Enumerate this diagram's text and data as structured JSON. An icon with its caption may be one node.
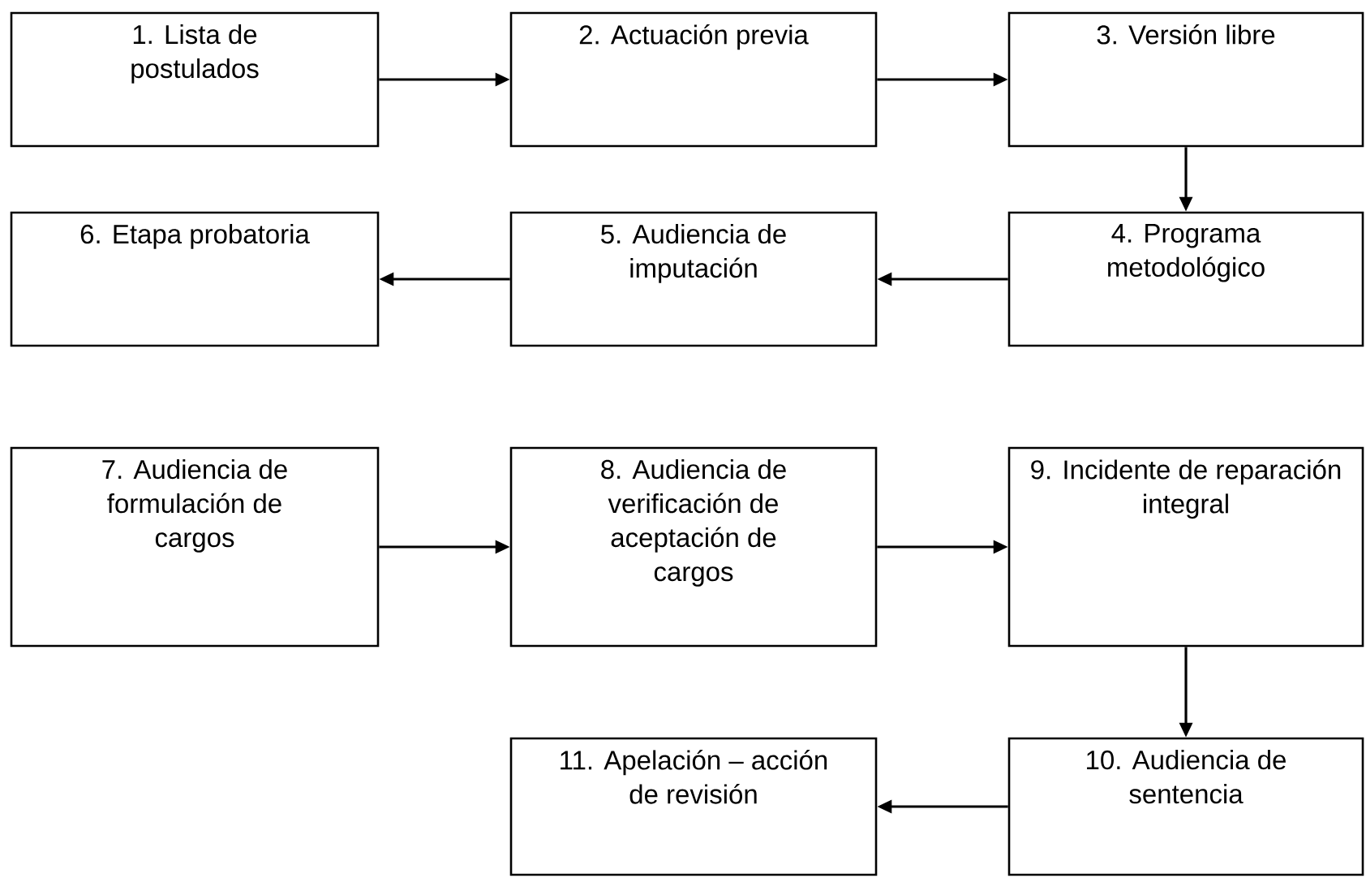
{
  "diagram": {
    "nodes": [
      {
        "text": [
          "1. Lista de postulados"
        ]
      },
      {
        "text": [
          "2. Actuación previa"
        ]
      },
      {
        "text": [
          "3. Versión libre"
        ]
      },
      {
        "text": [
          "4. Programa metodológico"
        ]
      },
      {
        "text": [
          "5. Audiencia de imputación"
        ]
      },
      {
        "text": [
          "6. Etapa probatoria"
        ]
      },
      {
        "text": [
          "7. Audiencia de formulación de cargos"
        ]
      },
      {
        "text": [
          "8. Audiencia de verificación de aceptación de cargos"
        ]
      },
      {
        "text": [
          "9. Incidente de reparación integral"
        ]
      },
      {
        "text": [
          "10. Audiencia de sentencia"
        ]
      },
      {
        "text": [
          "11. Apelación – acción de revisión"
        ]
      }
    ],
    "edges": [
      {
        "from": 0,
        "to": 1,
        "arrow": "to"
      },
      {
        "from": 1,
        "to": 2,
        "arrow": "to"
      },
      {
        "from": 2,
        "to": 3,
        "arrow": "to"
      },
      {
        "from": 3,
        "to": 4,
        "arrow": "to"
      },
      {
        "from": 4,
        "to": 5,
        "arrow": "to"
      },
      {
        "from": 6,
        "to": 7,
        "arrow": "to"
      },
      {
        "from": 7,
        "to": 8,
        "arrow": "to"
      },
      {
        "from": 8,
        "to": 9,
        "arrow": "to"
      },
      {
        "from": 9,
        "to": 10,
        "arrow": "to"
      }
    ]
  }
}
